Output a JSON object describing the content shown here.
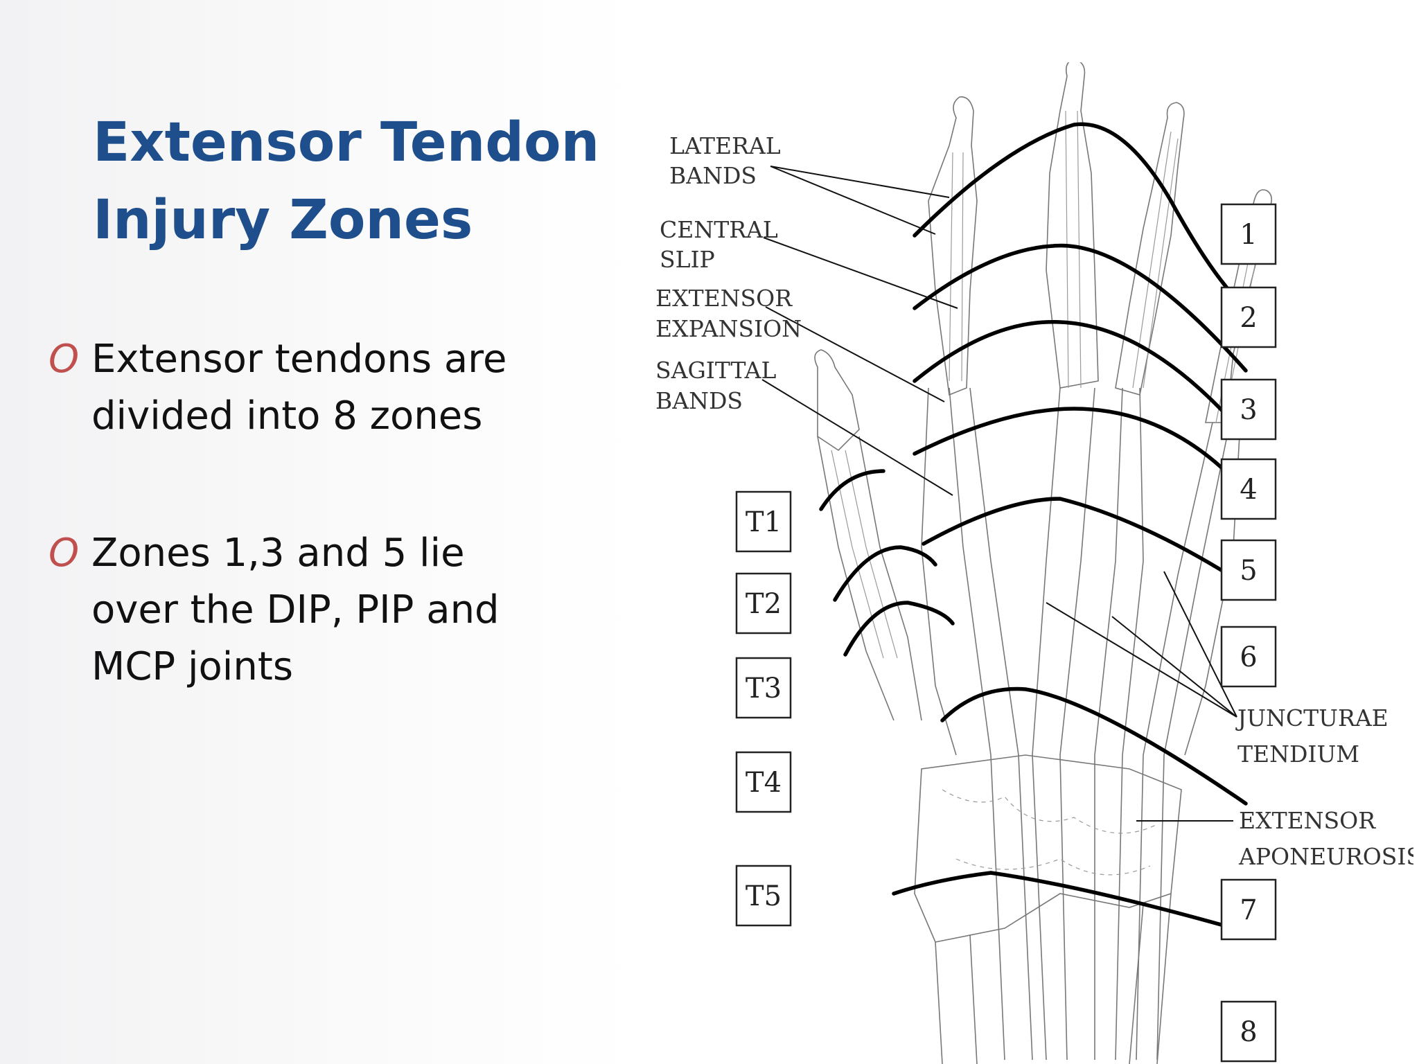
{
  "slide": {
    "title_lines": [
      "Extensor Tendon",
      "Injury Zones"
    ],
    "bullets": [
      {
        "marker": "O",
        "lines": [
          "Extensor tendons are",
          "divided into 8 zones"
        ]
      },
      {
        "marker": "O",
        "lines": [
          "Zones 1,3 and 5 lie",
          "over the DIP, PIP and",
          "MCP joints"
        ]
      }
    ]
  },
  "diagram": {
    "labels": {
      "lateral_bands": [
        "LATERAL",
        "BANDS"
      ],
      "central_slip": [
        "CENTRAL",
        "SLIP"
      ],
      "extensor_expansion": [
        "EXTENSOR",
        "EXPANSION"
      ],
      "sagittal_bands": [
        "SAGITTAL",
        "BANDS"
      ],
      "juncturae_tendium": [
        "JUNCTURAE",
        "TENDIUM"
      ],
      "extensor_aponeurosis": [
        "EXTENSOR",
        "APONEUROSIS"
      ]
    },
    "finger_zones": [
      "1",
      "2",
      "3",
      "4",
      "5",
      "6",
      "7",
      "8"
    ],
    "thumb_zones": [
      "T1",
      "T2",
      "T3",
      "T4",
      "T5"
    ]
  }
}
